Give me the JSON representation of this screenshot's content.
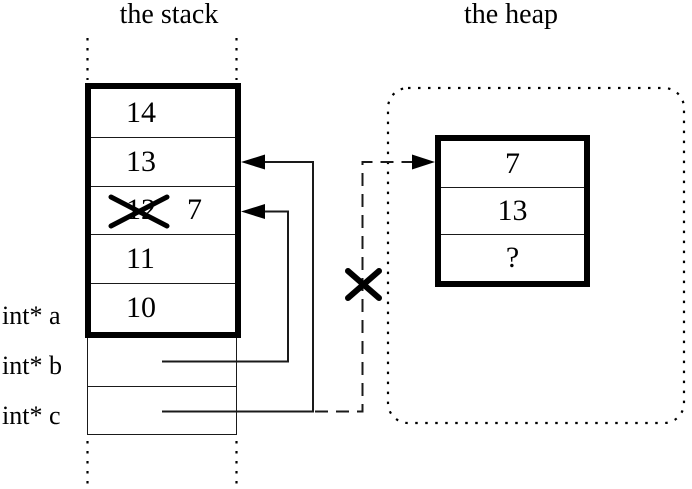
{
  "titles": {
    "stack": "the stack",
    "heap": "the heap"
  },
  "stack_box": {
    "rows": [
      {
        "value": "14"
      },
      {
        "value": "13"
      },
      {
        "value": "12",
        "crossed_out": true,
        "new_value": "7"
      },
      {
        "value": "11"
      },
      {
        "value": "10"
      }
    ]
  },
  "heap_box": {
    "rows": [
      {
        "value": "7"
      },
      {
        "value": "13"
      },
      {
        "value": "?"
      }
    ]
  },
  "variables": [
    {
      "label": "int* a"
    },
    {
      "label": "int* b"
    },
    {
      "label": "int* c"
    }
  ],
  "colors": {
    "ink": "#000000",
    "background": "#ffffff"
  }
}
